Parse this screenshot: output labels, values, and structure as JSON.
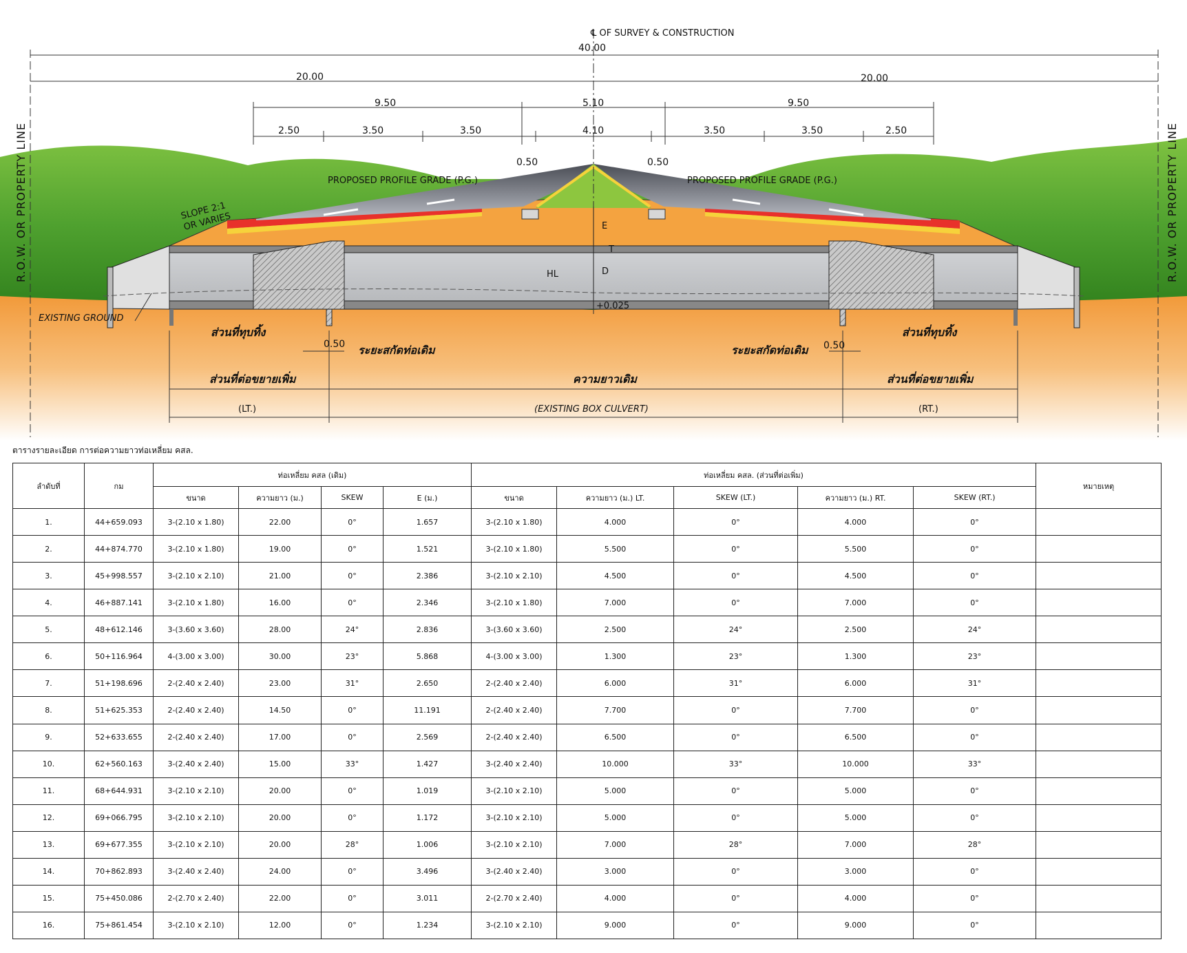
{
  "drawing": {
    "centerline_title": "℄ OF SURVEY & CONSTRUCTION",
    "row_label_left": "R.O.W.  OR  PROPERTY  LINE",
    "row_label_right": "R.O.W.  OR  PROPERTY  LINE",
    "dim_total": "40.00",
    "dim_half_left": "20.00",
    "dim_half_right": "20.00",
    "dim_9_50_left": "9.50",
    "dim_5_10": "5.10",
    "dim_9_50_right": "9.50",
    "dim_2_50_left": "2.50",
    "dim_3_50_a": "3.50",
    "dim_3_50_b": "3.50",
    "dim_4_10": "4.10",
    "dim_3_50_c": "3.50",
    "dim_3_50_d": "3.50",
    "dim_2_50_right": "2.50",
    "dim_0_50_left": "0.50",
    "dim_0_50_right": "0.50",
    "pg_left": "PROPOSED PROFILE GRADE (P.G.)",
    "pg_right": "PROPOSED PROFILE GRADE (P.G.)",
    "slope_1": "SLOPE 2:1",
    "slope_2": "OR VARIES",
    "label_E": "E",
    "label_T": "T",
    "label_HL": "HL",
    "label_D": "D",
    "label_0025": "+0.025",
    "existing_ground": "EXISTING GROUND",
    "demolish_left": "ส่วนที่ทุบทิ้ง",
    "demolish_right": "ส่วนที่ทุบทิ้ง",
    "dim_050_bottom_left": "0.50",
    "dim_050_bottom_right": "0.50",
    "cut_left": "ระยะสกัดท่อเดิม",
    "cut_right": "ระยะสกัดท่อเดิม",
    "extend_left": "ส่วนที่ต่อขยายเพิ่ม",
    "original_length": "ความยาวเดิม",
    "extend_right": "ส่วนที่ต่อขยายเพิ่ม",
    "lt": "(LT.)",
    "existing_box": "(EXISTING BOX CULVERT)",
    "rt": "(RT.)"
  },
  "table": {
    "title": "ตารางรายละเอียด การต่อความยาวท่อเหลี่ยม คสล.",
    "h_no": "ลำดับที่",
    "h_km": "กม",
    "h_group_existing": "ท่อเหลี่ยม คสล (เดิม)",
    "h_group_extension": "ท่อเหลี่ยม คสล. (ส่วนที่ต่อเพิ่ม)",
    "h_remark": "หมายเหตุ",
    "h_size": "ขนาด",
    "h_length": "ความยาว (ม.)",
    "h_skew": "SKEW",
    "h_e": "E (ม.)",
    "h_size2": "ขนาด",
    "h_len_lt": "ความยาว (ม.) LT.",
    "h_skew_lt": "SKEW (LT.)",
    "h_len_rt": "ความยาว (ม.) RT.",
    "h_skew_rt": "SKEW (RT.)",
    "rows": [
      [
        "1.",
        "44+659.093",
        "3-(2.10 x 1.80)",
        "22.00",
        "0°",
        "1.657",
        "3-(2.10 x 1.80)",
        "4.000",
        "0°",
        "4.000",
        "0°",
        ""
      ],
      [
        "2.",
        "44+874.770",
        "3-(2.10 x 1.80)",
        "19.00",
        "0°",
        "1.521",
        "3-(2.10 x 1.80)",
        "5.500",
        "0°",
        "5.500",
        "0°",
        ""
      ],
      [
        "3.",
        "45+998.557",
        "3-(2.10 x 2.10)",
        "21.00",
        "0°",
        "2.386",
        "3-(2.10 x 2.10)",
        "4.500",
        "0°",
        "4.500",
        "0°",
        ""
      ],
      [
        "4.",
        "46+887.141",
        "3-(2.10 x 1.80)",
        "16.00",
        "0°",
        "2.346",
        "3-(2.10 x 1.80)",
        "7.000",
        "0°",
        "7.000",
        "0°",
        ""
      ],
      [
        "5.",
        "48+612.146",
        "3-(3.60 x 3.60)",
        "28.00",
        "24°",
        "2.836",
        "3-(3.60 x 3.60)",
        "2.500",
        "24°",
        "2.500",
        "24°",
        ""
      ],
      [
        "6.",
        "50+116.964",
        "4-(3.00 x 3.00)",
        "30.00",
        "23°",
        "5.868",
        "4-(3.00 x 3.00)",
        "1.300",
        "23°",
        "1.300",
        "23°",
        ""
      ],
      [
        "7.",
        "51+198.696",
        "2-(2.40 x 2.40)",
        "23.00",
        "31°",
        "2.650",
        "2-(2.40 x 2.40)",
        "6.000",
        "31°",
        "6.000",
        "31°",
        ""
      ],
      [
        "8.",
        "51+625.353",
        "2-(2.40 x 2.40)",
        "14.50",
        "0°",
        "11.191",
        "2-(2.40 x 2.40)",
        "7.700",
        "0°",
        "7.700",
        "0°",
        ""
      ],
      [
        "9.",
        "52+633.655",
        "2-(2.40 x 2.40)",
        "17.00",
        "0°",
        "2.569",
        "2-(2.40 x 2.40)",
        "6.500",
        "0°",
        "6.500",
        "0°",
        ""
      ],
      [
        "10.",
        "62+560.163",
        "3-(2.40 x 2.40)",
        "15.00",
        "33°",
        "1.427",
        "3-(2.40 x 2.40)",
        "10.000",
        "33°",
        "10.000",
        "33°",
        ""
      ],
      [
        "11.",
        "68+644.931",
        "3-(2.10 x 2.10)",
        "20.00",
        "0°",
        "1.019",
        "3-(2.10 x 2.10)",
        "5.000",
        "0°",
        "5.000",
        "0°",
        ""
      ],
      [
        "12.",
        "69+066.795",
        "3-(2.10 x 2.10)",
        "20.00",
        "0°",
        "1.172",
        "3-(2.10 x 2.10)",
        "5.000",
        "0°",
        "5.000",
        "0°",
        ""
      ],
      [
        "13.",
        "69+677.355",
        "3-(2.10 x 2.10)",
        "20.00",
        "28°",
        "1.006",
        "3-(2.10 x 2.10)",
        "7.000",
        "28°",
        "7.000",
        "28°",
        ""
      ],
      [
        "14.",
        "70+862.893",
        "3-(2.40 x 2.40)",
        "24.00",
        "0°",
        "3.496",
        "3-(2.40 x 2.40)",
        "3.000",
        "0°",
        "3.000",
        "0°",
        ""
      ],
      [
        "15.",
        "75+450.086",
        "2-(2.70 x 2.40)",
        "22.00",
        "0°",
        "3.011",
        "2-(2.70 x 2.40)",
        "4.000",
        "0°",
        "4.000",
        "0°",
        ""
      ],
      [
        "16.",
        "75+861.454",
        "3-(2.10 x 2.10)",
        "12.00",
        "0°",
        "1.234",
        "3-(2.10 x 2.10)",
        "9.000",
        "0°",
        "9.000",
        "0°",
        ""
      ]
    ]
  }
}
